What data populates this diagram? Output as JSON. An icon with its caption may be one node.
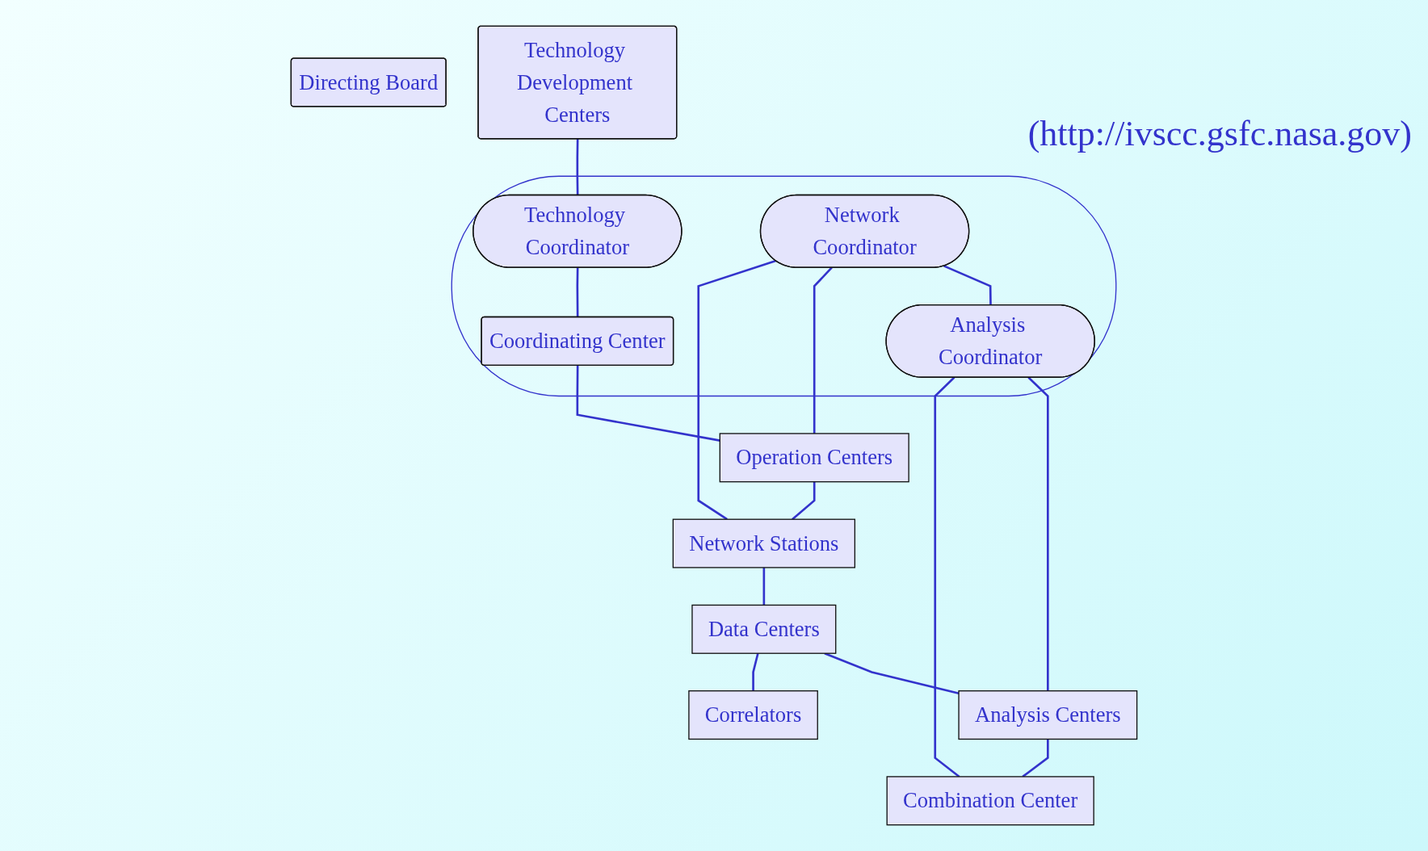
{
  "diagram": {
    "nodes": [
      {
        "text": [
          "Directing Board"
        ]
      },
      {
        "text": [
          "Technology Development Centers"
        ]
      },
      {
        "text": [],
        "shape": "ellipse"
      },
      {
        "text": [
          "Technology Coordinator"
        ],
        "in": 2
      },
      {
        "text": [
          "Network Coordinator"
        ],
        "in": 2
      },
      {
        "text": [
          "Analysis Coordinator"
        ],
        "in": 2
      },
      {
        "text": [
          "Coordinating Center"
        ],
        "in": 2
      },
      {
        "text": [
          "Operation Centers"
        ]
      },
      {
        "text": [
          "Data Centers"
        ]
      },
      {
        "text": [
          "Analysis Centers"
        ]
      },
      {
        "text": [
          "Network Stations"
        ]
      },
      {
        "text": [
          "Correlators"
        ]
      },
      {
        "text": [
          "Combination Center"
        ]
      }
    ],
    "edges": [
      {
        "from": 1,
        "to": 3,
        "arrow": "none"
      },
      {
        "from": 3,
        "to": 6,
        "arrow": "none"
      },
      {
        "from": 4,
        "to": 5,
        "arrow": "none"
      },
      {
        "from": 6,
        "to": 7,
        "arrow": "none"
      },
      {
        "from": 4,
        "to": 7,
        "arrow": "none"
      },
      {
        "from": 4,
        "to": 10,
        "arrow": "none"
      },
      {
        "from": 5,
        "to": 9,
        "arrow": "none"
      },
      {
        "from": 5,
        "to": 12,
        "arrow": "none"
      },
      {
        "from": 7,
        "to": 10,
        "arrow": "none"
      },
      {
        "from": 10,
        "to": 8,
        "arrow": "none"
      },
      {
        "from": 8,
        "to": 9,
        "arrow": "none"
      },
      {
        "from": 8,
        "to": 11,
        "arrow": "none"
      },
      {
        "from": 9,
        "to": 12,
        "arrow": "none"
      }
    ],
    "labels": [
      "(http://ivscc.gsfc.nasa.gov)"
    ]
  }
}
